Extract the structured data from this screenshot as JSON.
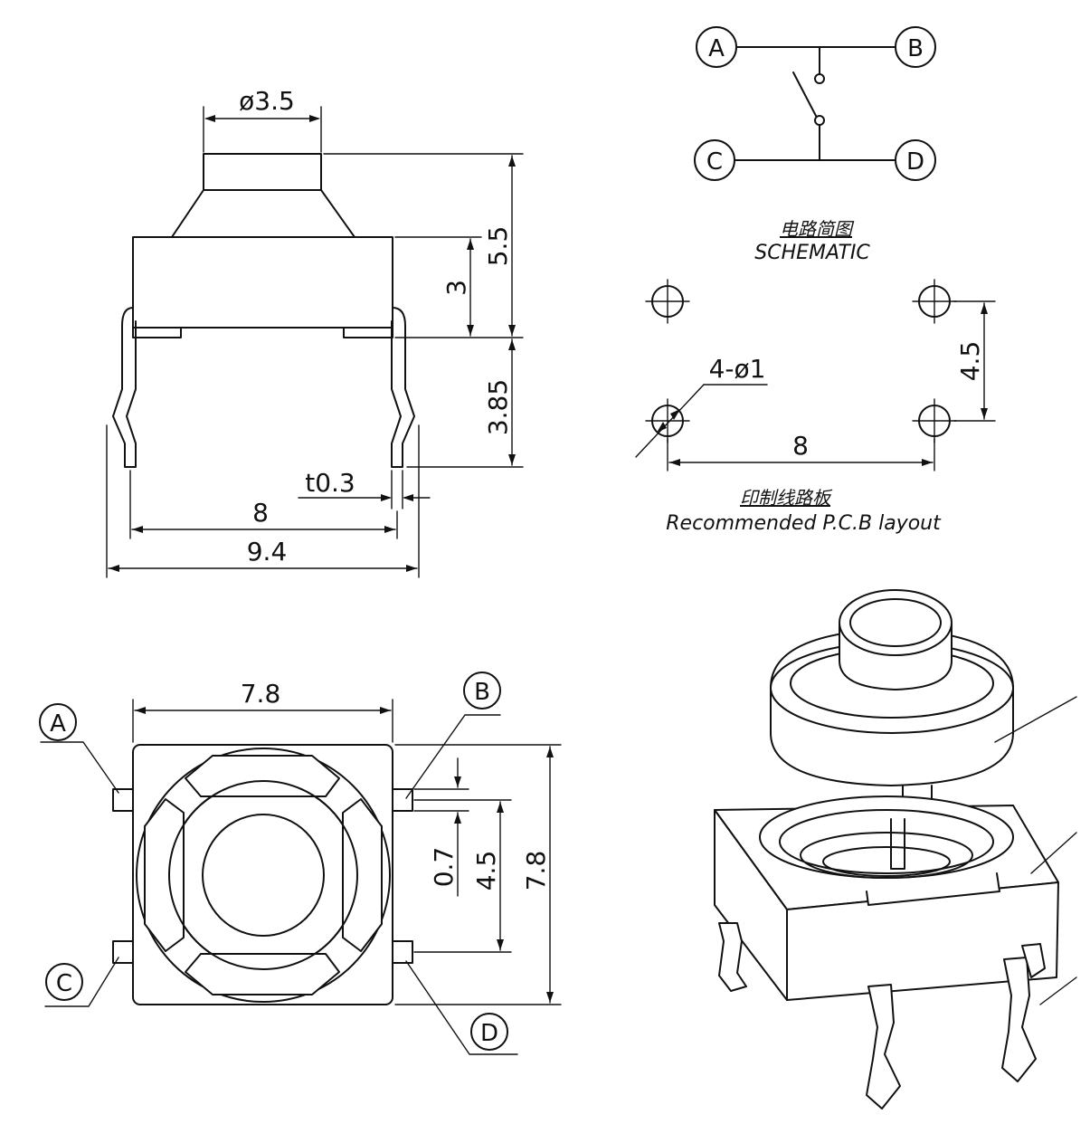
{
  "dimensions": {
    "cap_diameter": "ø3.5",
    "body_height": "3",
    "overall_height": "5.5",
    "lead_length": "3.85",
    "lead_thickness": "t0.3",
    "lead_pitch": "8",
    "overall_width": "9.4",
    "body_width": "7.8",
    "body_depth": "7.8",
    "lead_width": "0.7",
    "lead_spacing": "4.5"
  },
  "terminals": {
    "a": "A",
    "b": "B",
    "c": "C",
    "d": "D"
  },
  "schematic": {
    "caption_cn": "电路简图",
    "caption_en": "SCHEMATIC"
  },
  "pcb": {
    "hole_spec": "4-ø1",
    "horizontal_spacing": "8",
    "vertical_spacing": "4.5",
    "caption_cn": "印制线路板",
    "caption_en": "Recommended P.C.B layout"
  }
}
